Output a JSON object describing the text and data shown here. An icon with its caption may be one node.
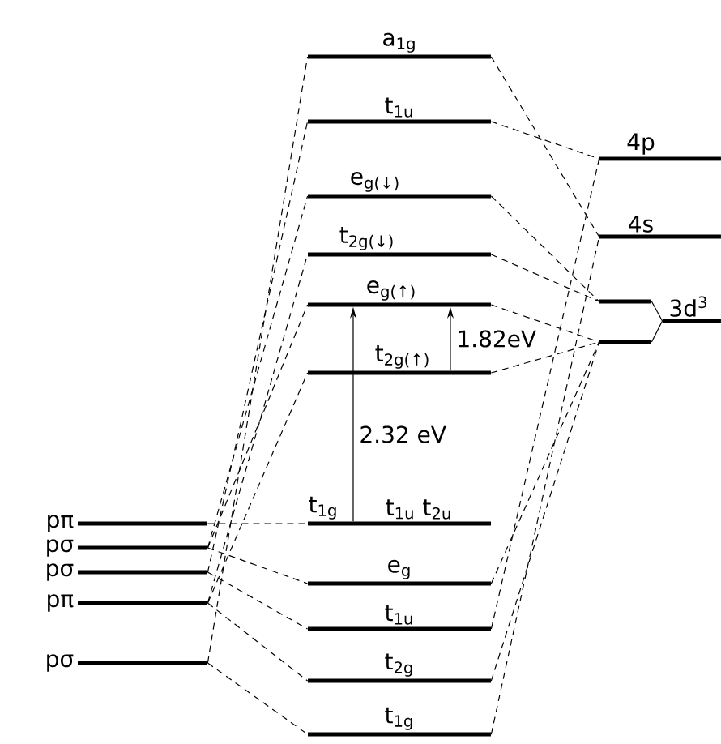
{
  "diagram": {
    "nodes": [
      {
        "text": [
          "a$_{1g}$"
        ]
      },
      {
        "text": [
          "t$_{1u}$"
        ]
      },
      {
        "text": [
          "e$_{g(↓)}$"
        ]
      },
      {
        "text": [
          "t$_{2g(↓)}$"
        ]
      },
      {
        "text": [
          "e$_{g(↑)}$"
        ]
      },
      {
        "text": [
          "t$_{2g(↑)}$"
        ]
      },
      {
        "text": [
          "t$_{1g}$",
          "t$_{1u}$ t$_{2u}$"
        ]
      },
      {
        "text": [
          "e$_{g}$"
        ]
      },
      {
        "text": [
          "t$_{1u}$"
        ]
      },
      {
        "text": [
          "t$_{2g}$"
        ]
      },
      {
        "text": [
          "t$_{1g}$"
        ]
      },
      {
        "text": [
          "4p"
        ]
      },
      {
        "text": [
          "4s"
        ]
      },
      {
        "text": [],
        "shape": "bar"
      },
      {
        "text": [],
        "shape": "bar"
      },
      {
        "text": [
          "3d$^{3}$"
        ]
      },
      {
        "text": [
          "pπ"
        ]
      },
      {
        "text": [
          "pσ"
        ]
      },
      {
        "text": [
          "pσ"
        ]
      },
      {
        "text": [
          "pπ"
        ]
      },
      {
        "text": [
          "pσ"
        ]
      }
    ],
    "edges": [
      {
        "from": 16,
        "to": 6,
        "arrow": "none",
        "style": "dashed"
      },
      {
        "from": 17,
        "to": 7,
        "arrow": "none",
        "style": "dashed"
      },
      {
        "from": 18,
        "to": 8,
        "arrow": "none",
        "style": "dashed"
      },
      {
        "from": 19,
        "to": 9,
        "arrow": "none",
        "style": "dashed"
      },
      {
        "from": 20,
        "to": 10,
        "arrow": "none",
        "style": "dashed"
      },
      {
        "from": 20,
        "to": 0,
        "arrow": "none",
        "style": "dashed"
      },
      {
        "from": 18,
        "to": 1,
        "arrow": "none",
        "style": "dashed"
      },
      {
        "from": 17,
        "to": 2,
        "arrow": "none",
        "style": "dashed"
      },
      {
        "from": 19,
        "to": 3,
        "arrow": "none",
        "style": "dashed"
      },
      {
        "from": 17,
        "to": 4,
        "arrow": "none",
        "style": "dashed"
      },
      {
        "from": 19,
        "to": 5,
        "arrow": "none",
        "style": "dashed"
      },
      {
        "from": 0,
        "to": 12,
        "arrow": "none",
        "style": "dashed"
      },
      {
        "from": 1,
        "to": 11,
        "arrow": "none",
        "style": "dashed"
      },
      {
        "from": 2,
        "to": 13,
        "arrow": "none",
        "style": "dashed"
      },
      {
        "from": 3,
        "to": 13,
        "arrow": "none",
        "style": "dashed"
      },
      {
        "from": 4,
        "to": 14,
        "arrow": "none",
        "style": "dashed"
      },
      {
        "from": 5,
        "to": 14,
        "arrow": "none",
        "style": "dashed"
      },
      {
        "from": 7,
        "to": 14,
        "arrow": "none",
        "style": "dashed"
      },
      {
        "from": 8,
        "to": 11,
        "arrow": "none",
        "style": "dashed"
      },
      {
        "from": 9,
        "to": 14,
        "arrow": "none",
        "style": "dashed"
      },
      {
        "from": 10,
        "to": 12,
        "arrow": "none",
        "style": "dashed"
      },
      {
        "from": 13,
        "to": 15,
        "arrow": "none"
      },
      {
        "from": 14,
        "to": 15,
        "arrow": "none"
      },
      {
        "from": 6,
        "to": 4,
        "arrow": "to",
        "label": "2.32 eV"
      },
      {
        "from": 5,
        "to": 4,
        "arrow": "to",
        "label": "1.82eV"
      }
    ]
  }
}
